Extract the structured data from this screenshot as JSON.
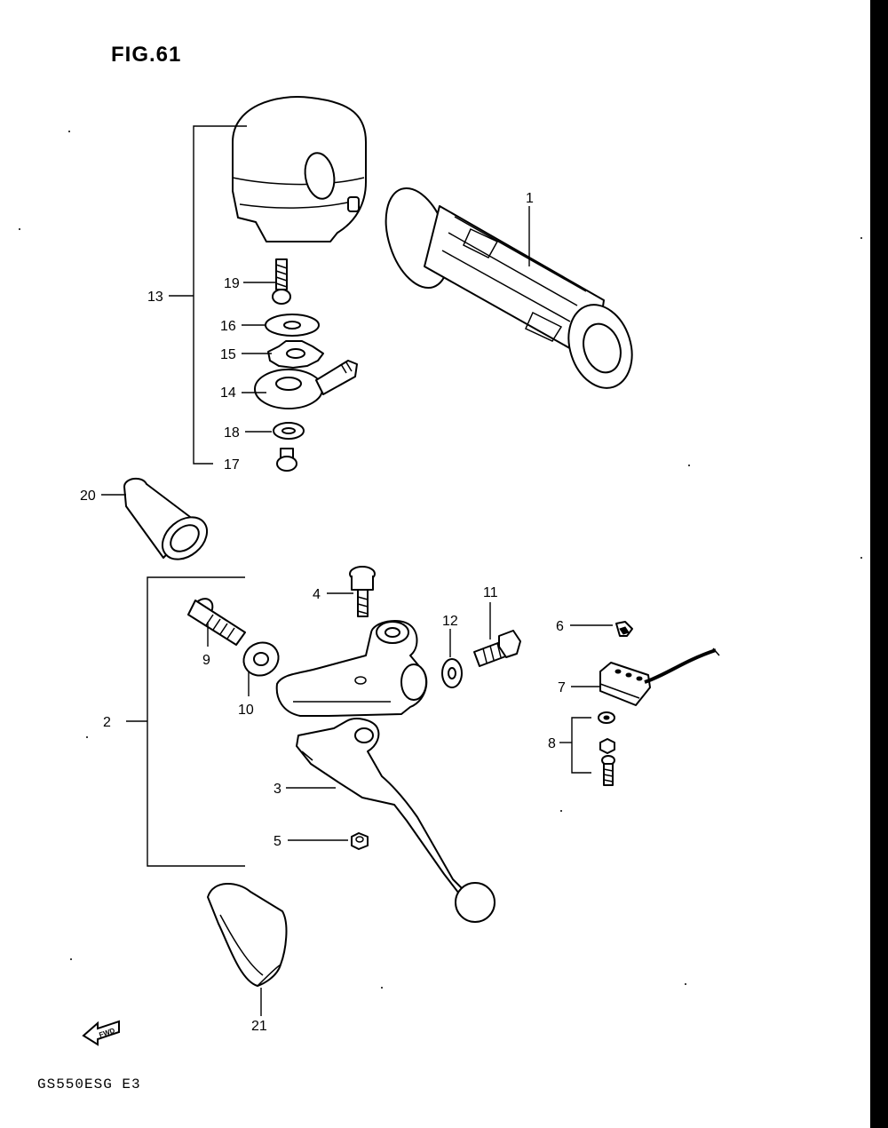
{
  "figure_title": "FIG.61",
  "model_code": "GS550ESG E3",
  "fwd_label": "FWD",
  "callouts": [
    "1",
    "2",
    "3",
    "4",
    "5",
    "6",
    "7",
    "8",
    "9",
    "10",
    "11",
    "12",
    "13",
    "14",
    "15",
    "16",
    "17",
    "18",
    "19",
    "20",
    "21"
  ]
}
